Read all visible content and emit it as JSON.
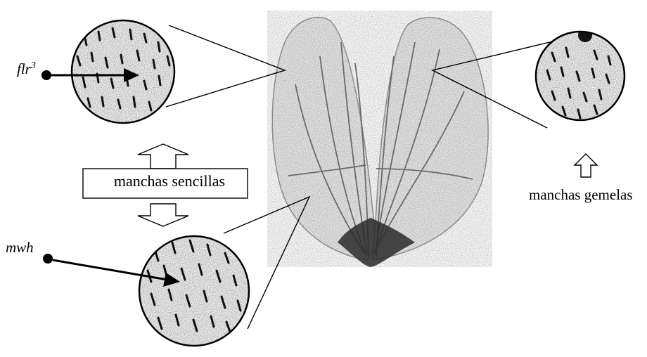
{
  "labels": {
    "flr3_main": "flr",
    "flr3_sup": "3",
    "mwh": "mwh",
    "single_spots": "manchas sencillas",
    "twin_spots": "manchas gemelas"
  },
  "colors": {
    "ink": "#000000",
    "wing_fill": "#e9e9e9",
    "wing_vein": "#6a6a6a",
    "wing_base": "#2a2a2a",
    "background": "#ffffff"
  },
  "icons": {
    "marker_dot": "filled-circle",
    "pointer_arrow": "arrow-right",
    "double_arrow": "double-headed-vertical-arrow",
    "up_arrow": "hollow-up-arrow"
  }
}
